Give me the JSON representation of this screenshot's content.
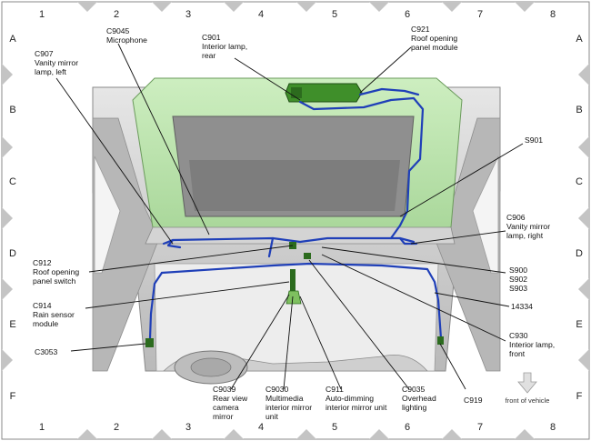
{
  "grid": {
    "columns": [
      "1",
      "2",
      "3",
      "4",
      "5",
      "6",
      "7",
      "8"
    ],
    "rows": [
      "A",
      "B",
      "C",
      "D",
      "E",
      "F"
    ]
  },
  "callouts": {
    "c9045": [
      "C9045",
      "Microphone"
    ],
    "c907": [
      "C907",
      "Vanity mirror",
      "lamp, left"
    ],
    "c901": [
      "C901",
      "Interior lamp,",
      "rear"
    ],
    "c921": [
      "C921",
      "Roof opening",
      "panel module"
    ],
    "s901": [
      "S901"
    ],
    "c906": [
      "C906",
      "Vanity mirror",
      "lamp, right"
    ],
    "c912": [
      "C912",
      "Roof opening",
      "panel switch"
    ],
    "s900": [
      "S900",
      "S902",
      "S903"
    ],
    "c914": [
      "C914",
      "Rain sensor",
      "module"
    ],
    "n14334": [
      "14334"
    ],
    "c3053": [
      "C3053"
    ],
    "c930": [
      "C930",
      "Interior lamp,",
      "front"
    ],
    "c9039": [
      "C9039",
      "Rear view",
      "camera",
      "mirror"
    ],
    "c9030": [
      "C9030",
      "Multimedia",
      "interior mirror",
      "unit"
    ],
    "c911": [
      "C911",
      "Auto-dimming",
      "interior mirror unit"
    ],
    "c9035": [
      "C9035",
      "Overhead",
      "lighting"
    ],
    "c919": [
      "C919"
    ]
  },
  "front_of_vehicle": "front of vehicle",
  "colors": {
    "harness": "#1f3fb8",
    "panel_green": "#bfe6b0",
    "module_green": "#3f8f2a",
    "body_gray": "#c9c9c9",
    "diamond": "#bdbdbd"
  }
}
